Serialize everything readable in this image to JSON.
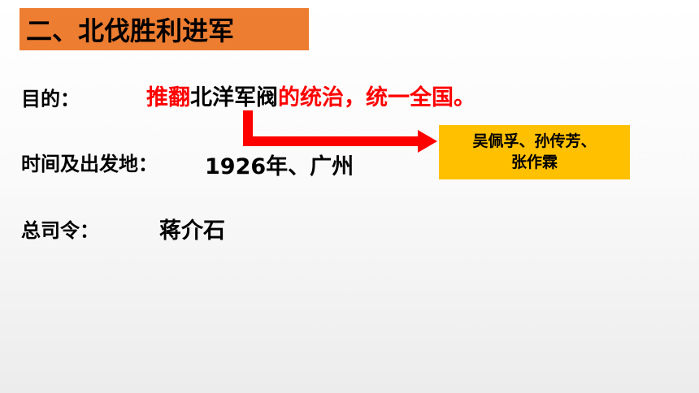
{
  "slide": {
    "title": "二、北伐胜利进军",
    "purpose": {
      "label": "目的：",
      "parts": [
        {
          "text": "推翻",
          "color": "red"
        },
        {
          "text": "北洋军阀",
          "color": "black"
        },
        {
          "text": "的统治，统一全国。",
          "color": "red"
        }
      ]
    },
    "time_place": {
      "label": "时间及出发地：",
      "value": "1926年、广州"
    },
    "commander": {
      "label": "总司令：",
      "value": "蒋介石"
    },
    "callout": {
      "line1": "吴佩孚、孙传芳、",
      "line2": "张作霖"
    },
    "colors": {
      "title_bg": "#ed7d31",
      "callout_bg": "#ffc000",
      "accent_red": "#ff0000"
    }
  }
}
